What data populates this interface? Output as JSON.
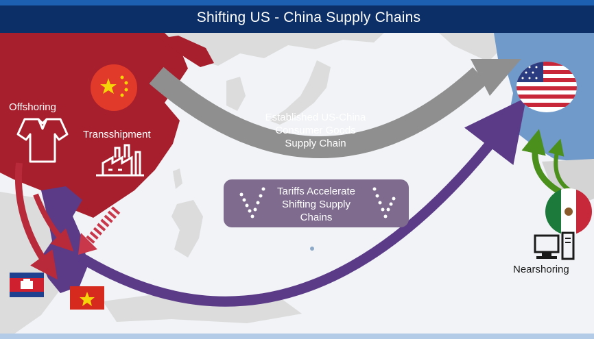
{
  "title": "Shifting US - China  Supply Chains",
  "labels": {
    "offshoring": "Offshoring",
    "transshipment": "Transshipment",
    "established": [
      "Established US-China",
      "Consumer Goods",
      "Supply Chain"
    ],
    "tariffs": [
      "Tariffs  Accelerate",
      "Shifting Supply",
      "Chains"
    ],
    "nearshoring": "Nearshoring"
  },
  "icons": [
    "china-flag-icon",
    "usa-flag-icon",
    "mexico-flag-icon",
    "cambodia-flag-icon",
    "vietnam-flag-icon",
    "shirt-icon",
    "factory-icon",
    "computer-icon",
    "checkmark-icon"
  ],
  "colors": {
    "title_bar": "#0b2f66",
    "ocean": "#f1f3f6",
    "china_red": "#a71f2c",
    "us_blue": "#6f9ac9",
    "gray_arrow": "#8f8f8f",
    "purple_arrow": "#5b3a88",
    "green_arrow": "#4b8f1c",
    "tariff_box": "#7e6b8e"
  }
}
